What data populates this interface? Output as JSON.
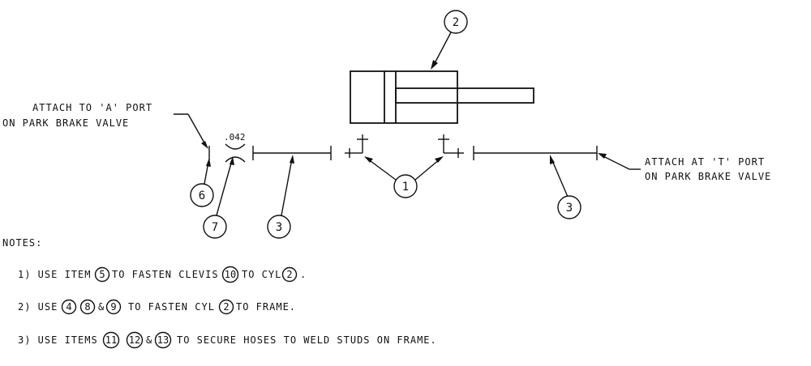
{
  "callouts": {
    "attach_a_line1": "ATTACH TO 'A' PORT",
    "attach_a_line2": "ON PARK BRAKE VALVE",
    "attach_t_line1": "ATTACH AT 'T' PORT",
    "attach_t_line2": "ON PARK BRAKE VALVE",
    "orifice_dim": ".042"
  },
  "balloons": {
    "b1": "1",
    "b2": "2",
    "b3_left": "3",
    "b3_right": "3",
    "b6": "6",
    "b7": "7"
  },
  "notes": {
    "heading": "NOTES:",
    "n1_a": "1) USE ITEM",
    "n1_i1": "5",
    "n1_b": "TO FASTEN CLEVIS",
    "n1_i2": "10",
    "n1_c": "TO CYL",
    "n1_i3": "2",
    "n1_d": ".",
    "n2_a": "2) USE",
    "n2_i1": "4",
    "n2_i2": "8",
    "n2_amp": "&",
    "n2_i3": "9",
    "n2_b": "TO FASTEN CYL",
    "n2_i4": "2",
    "n2_c": "TO FRAME.",
    "n3_a": "3) USE ITEMS",
    "n3_i1": "11",
    "n3_i2": "12",
    "n3_amp": "&",
    "n3_i3": "13",
    "n3_b": "TO SECURE HOSES TO WELD STUDS ON FRAME."
  }
}
